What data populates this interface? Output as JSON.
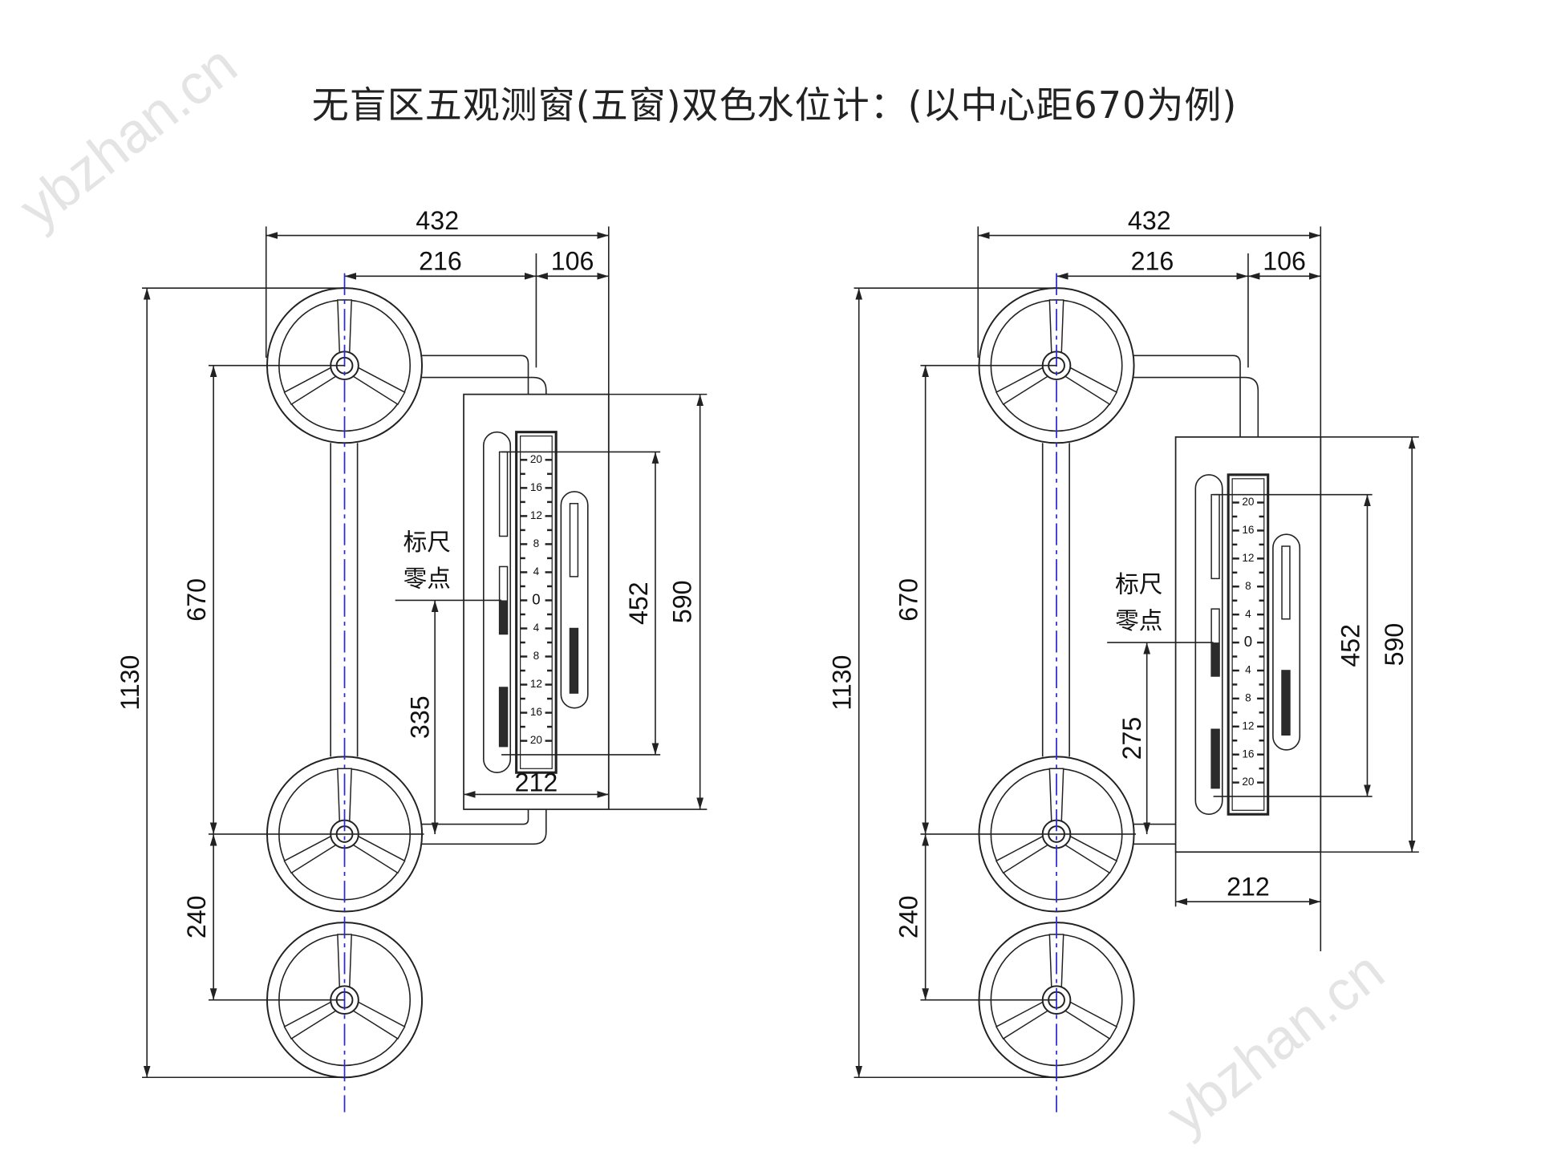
{
  "title": "无盲区五观测窗(五窗)双色水位计：(以中心距670为例)",
  "watermark": "ybzhan.cn",
  "colors": {
    "line": "#222222",
    "centerline": "#2a2ad0",
    "fill": "#2b2b2b"
  },
  "scale_ticks": [
    "20",
    "16",
    "12",
    "8",
    "4",
    "0",
    "4",
    "8",
    "12",
    "16",
    "20"
  ],
  "left_diagram": {
    "dims": {
      "overall_width": "432",
      "center_to_pipe": "216",
      "pipe_offset": "106",
      "total_height": "1130",
      "center_distance": "670",
      "lower_distance": "240",
      "zero_height": "335",
      "window_height": "452",
      "box_height": "590",
      "box_width": "212"
    },
    "zero_label_1": "标尺",
    "zero_label_2": "零点"
  },
  "right_diagram": {
    "dims": {
      "overall_width": "432",
      "center_to_pipe": "216",
      "pipe_offset": "106",
      "total_height": "1130",
      "center_distance": "670",
      "lower_distance": "240",
      "zero_height": "275",
      "window_height": "452",
      "box_height": "590",
      "box_width": "212"
    },
    "zero_label_1": "标尺",
    "zero_label_2": "零点"
  }
}
